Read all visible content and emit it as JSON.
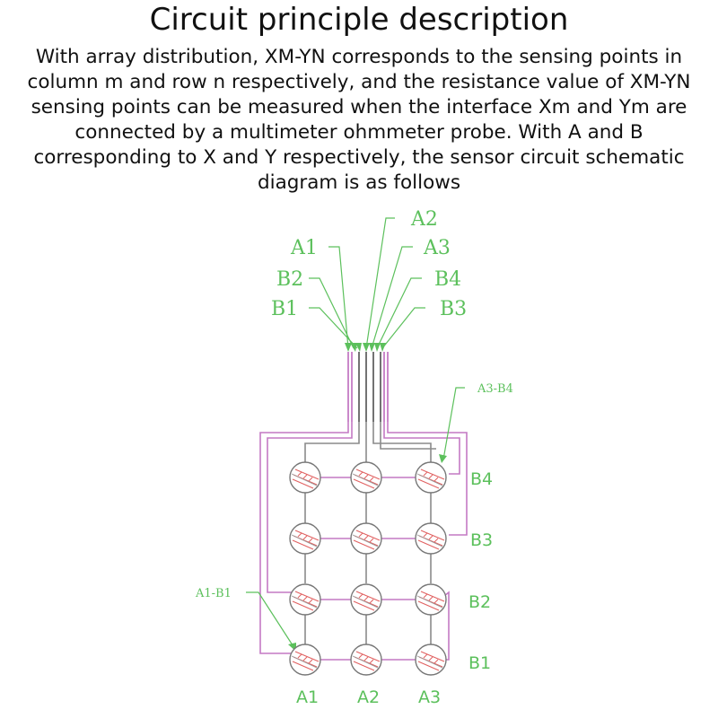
{
  "title": "Circuit principle description",
  "description": "With array distribution, XM-YN corresponds to the sensing points in column m and row n respectively, and the resistance value of XM-YN sensing points can be measured when the interface Xm and Ym are connected by a multimeter ohmmeter probe. With A and B corresponding to X and Y respectively, the sensor circuit schematic diagram is as follows",
  "colors": {
    "label_green": "#5cc05c",
    "magenta_trace": "#c479c4",
    "gray_trace": "#8a8a8a",
    "sensor_hatch": "#e06060"
  },
  "diagram": {
    "lead_labels": [
      "A1",
      "B2",
      "B1",
      "A2",
      "A3",
      "B4",
      "B3"
    ],
    "callouts": {
      "top_right": "A3-B4",
      "left": "A1-B1"
    },
    "row_labels": [
      "B4",
      "B3",
      "B2",
      "B1"
    ],
    "column_labels": [
      "A1",
      "A2",
      "A3"
    ]
  }
}
